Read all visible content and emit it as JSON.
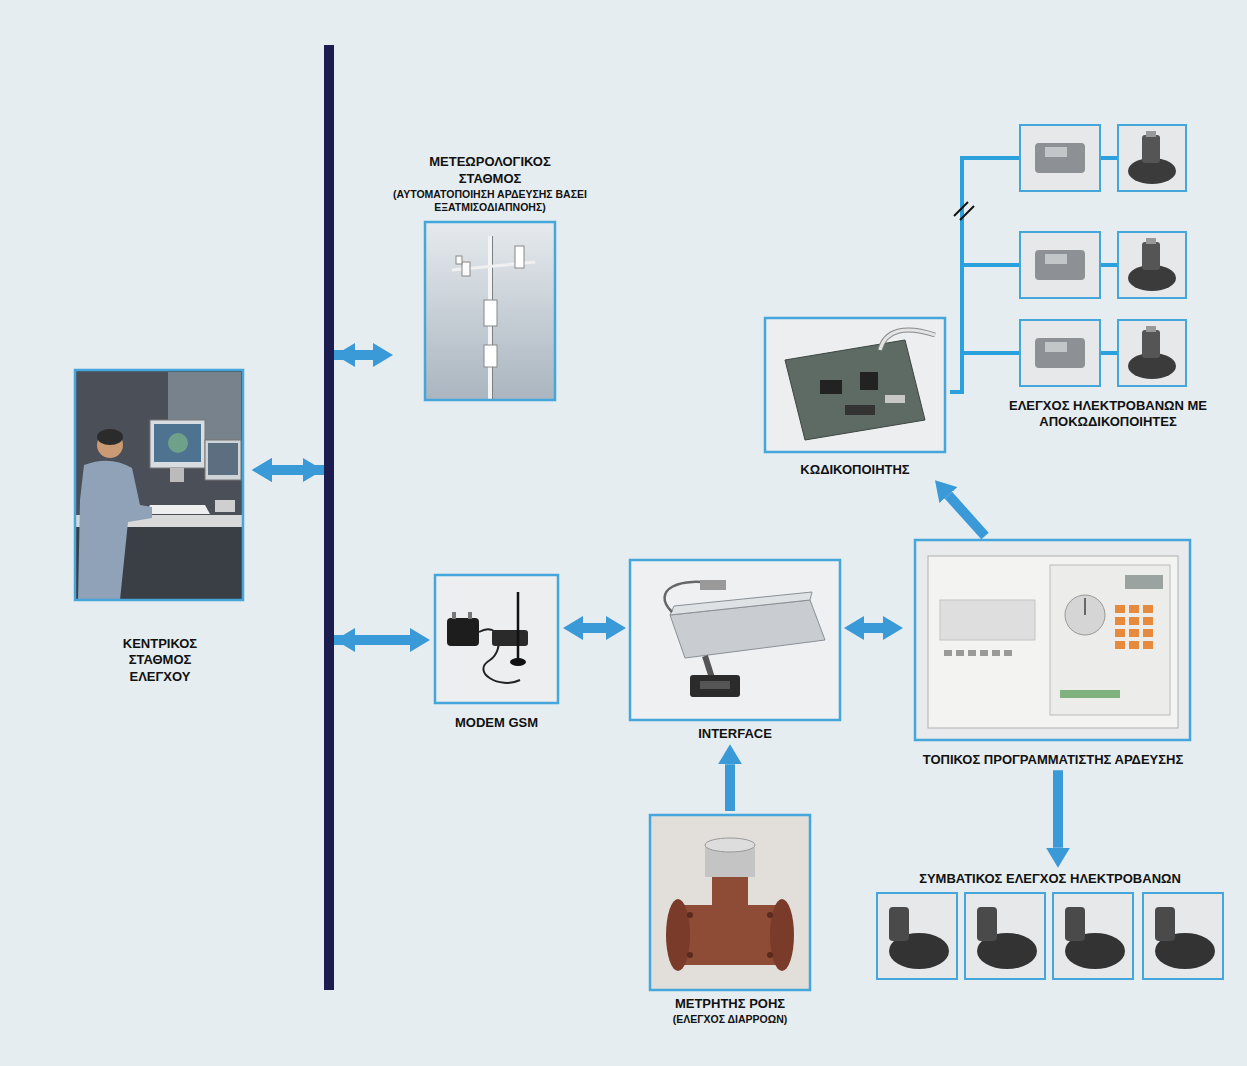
{
  "diagram": {
    "nodes": [
      {
        "text": [
          "ΚΕΝΤΡΙΚΟΣ ΣΤΑΘΜΟΣ ΕΛΕΓΧΟΥ"
        ]
      },
      {
        "text": [
          "ΜΕΤΕΩΡΟΛΟΓΙΚΟΣ ΣΤΑΘΜΟΣ",
          "(ΑΥΤΟΜΑΤΟΠΟΙΗΣΗ ΑΡΔΕΥΣΗΣ ΒΑΣΕΙ ΕΞΑΤΜΙΣΟΔΙΑΠΝΟΗΣ)"
        ]
      },
      {
        "text": [
          "MODEM GSM"
        ]
      },
      {
        "text": [
          "INTERFACE"
        ]
      },
      {
        "text": [
          "ΤΟΠΙΚΟΣ ΠΡΟΓΡΑΜΜΑΤΙΣΤΗΣ ΑΡΔΕΥΣΗΣ"
        ]
      },
      {
        "text": [
          "ΚΩΔΙΚΟΠΟΙΗΤΗΣ"
        ]
      },
      {
        "text": [
          "ΕΛΕΓΧΟΣ ΗΛΕΚΤΡΟΒΑΝΩΝ ΜΕ ΑΠΟΚΩΔΙΚΟΠΟΙΗΤΕΣ"
        ]
      },
      {
        "text": [
          "ΜΕΤΡΗΤΗΣ ΡΟΗΣ",
          "(ΕΛΕΓΧΟΣ ΔΙΑΡΡΟΩΝ)"
        ]
      },
      {
        "text": [
          "ΣΥΜΒΑΤΙΚΟΣ ΕΛΕΓΧΟΣ ΗΛΕΚΤΡΟΒΑΝΩΝ"
        ]
      }
    ],
    "edges": [
      {
        "from": 0,
        "to": 1,
        "arrow": "both"
      },
      {
        "from": 0,
        "to": 2,
        "arrow": "both"
      },
      {
        "from": 2,
        "to": 3,
        "arrow": "both"
      },
      {
        "from": 7,
        "to": 3,
        "arrow": "to"
      },
      {
        "from": 3,
        "to": 4,
        "arrow": "both"
      },
      {
        "from": 4,
        "to": 5,
        "arrow": "to"
      },
      {
        "from": 5,
        "to": 6,
        "arrow": "none"
      },
      {
        "from": 4,
        "to": 8,
        "arrow": "to"
      }
    ]
  }
}
